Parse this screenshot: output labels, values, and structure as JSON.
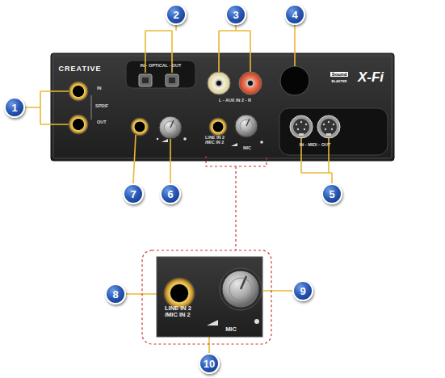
{
  "diagram": {
    "labels": [
      "CREATIVE",
      "IN - OPTICAL - OUT",
      "L - AUX IN 2 - R",
      "Sound",
      "BLASTER",
      "X-Fi",
      "IN",
      "SPDIF",
      "OUT",
      "LINE IN 2 /MIC IN 2",
      "MIC",
      "IN - MIDI - OUT",
      "1",
      "2",
      "3",
      "4",
      "5",
      "6",
      "7",
      "8",
      "9",
      "10",
      "LINE IN 2 /MIC IN 2",
      "MIC"
    ]
  }
}
